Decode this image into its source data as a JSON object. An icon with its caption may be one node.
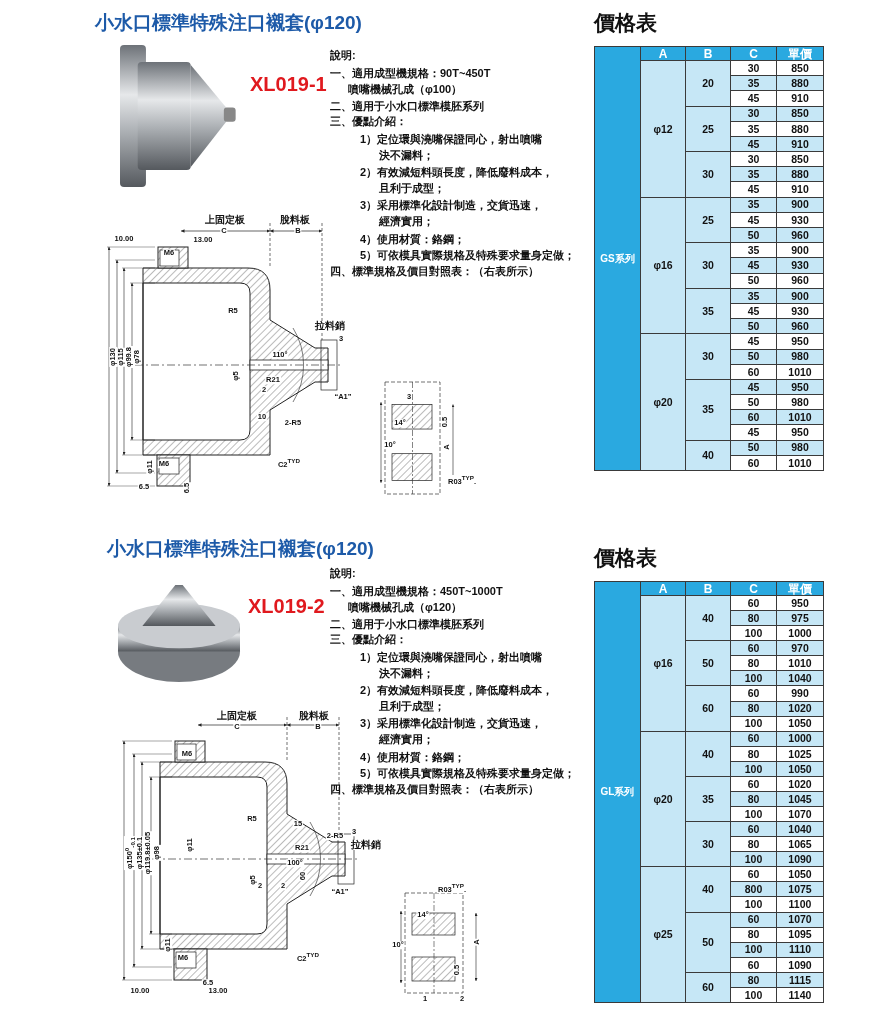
{
  "diagram": {
    "labels": [
      "小水口標準特殊注口襯套(φ120)",
      "XL019-1",
      "說明:",
      "一、適用成型機規格：90T~450T",
      "噴嘴機械孔成（φ100）",
      "二、適用于小水口標準模胚系列",
      "三、優點介紹：",
      "1）定位環與澆嘴保證同心，射出噴嘴決不漏料；",
      "2）有效減短料頭長度，降低廢料成本，且利于成型；",
      "3）采用標準化設計制造，交貨迅速，經濟實用；",
      "4）使用材質：鉻鋼；",
      "5）可依模具實際規格及特殊要求量身定做；",
      "四、標準規格及價目對照表：（右表所示）",
      "價格表",
      "A",
      "B",
      "C",
      "單價",
      "GS系列",
      "φ12",
      "20",
      "30",
      "850",
      "35",
      "880",
      "45",
      "910",
      "25",
      "30",
      "850",
      "35",
      "880",
      "45",
      "910",
      "30",
      "30",
      "850",
      "35",
      "880",
      "45",
      "910",
      "φ16",
      "25",
      "35",
      "900",
      "45",
      "930",
      "50",
      "960",
      "30",
      "35",
      "900",
      "45",
      "930",
      "50",
      "960",
      "35",
      "35",
      "900",
      "45",
      "930",
      "50",
      "960",
      "φ20",
      "30",
      "45",
      "950",
      "50",
      "980",
      "60",
      "1010",
      "35",
      "45",
      "950",
      "50",
      "980",
      "60",
      "1010",
      "45",
      "950",
      "40",
      "50",
      "980",
      "60",
      "1010",
      "上固定板",
      "脫料板",
      "C",
      "B",
      "10.00",
      "13.00",
      "M6",
      "R5",
      "拉料銷",
      "3",
      "110°",
      "φ130",
      "φ115",
      "φ99.8",
      "φ78",
      "φ5",
      "R21",
      "2",
      "“A1”",
      "3",
      "14°",
      "0.5",
      "10",
      "2-R5",
      "10°",
      "A",
      "C2$^{TYD}$",
      "M6",
      "φ11",
      "R03$^{TYP}$.",
      "6.5",
      "6.5",
      "小水口標準特殊注口襯套(φ120)",
      "XL019-2",
      "說明:",
      "一、適用成型機規格：450T~1000T",
      "噴嘴機械孔成（φ120）",
      "二、適用于小水口標準模胚系列",
      "三、優點介紹：",
      "1）定位環與澆嘴保證同心，射出噴嘴決不漏料；",
      "2）有效減短料頭長度，降低廢料成本，且利于成型；",
      "3）采用標準化設計制造，交貨迅速，經濟實用；",
      "4）使用材質：鉻鋼；",
      "5）可依模具實際規格及特殊要求量身定做；",
      "四、標準規格及價目對照表：（右表所示）",
      "價格表",
      "A",
      "B",
      "C",
      "單價",
      "GL系列",
      "φ16",
      "40",
      "60",
      "950",
      "80",
      "975",
      "100",
      "1000",
      "50",
      "60",
      "970",
      "80",
      "1010",
      "100",
      "1040",
      "60",
      "60",
      "990",
      "80",
      "1020",
      "100",
      "1050",
      "φ20",
      "40",
      "60",
      "1000",
      "80",
      "1025",
      "100",
      "1050",
      "35",
      "60",
      "1020",
      "80",
      "1045",
      "100",
      "1070",
      "30",
      "60",
      "1040",
      "80",
      "1065",
      "100",
      "1090",
      "φ25",
      "40",
      "60",
      "1050",
      "800",
      "1075",
      "100",
      "1100",
      "50",
      "60",
      "1070",
      "80",
      "1095",
      "100",
      "1110",
      "60",
      "1090",
      "60",
      "80",
      "1115",
      "100",
      "1140",
      "上固定板",
      "脫料板",
      "C",
      "B",
      "M6",
      "R5",
      "15",
      "2-R5",
      "3",
      "拉料銷",
      "R21",
      "φ11",
      "φ150$^{0}$$_{-0.1}$",
      "φ135±0.1",
      "φ119.8±0.05",
      "φ98",
      "φ5",
      "2",
      "2",
      "100°",
      "60",
      "“A1”",
      "R03$^{TYP}$.",
      "14°",
      "10°",
      "A",
      "φ11",
      "M6",
      "C2$^{TYD}$",
      "0.5",
      "6.5",
      "10.00",
      "13.00",
      "1",
      "2"
    ]
  }
}
